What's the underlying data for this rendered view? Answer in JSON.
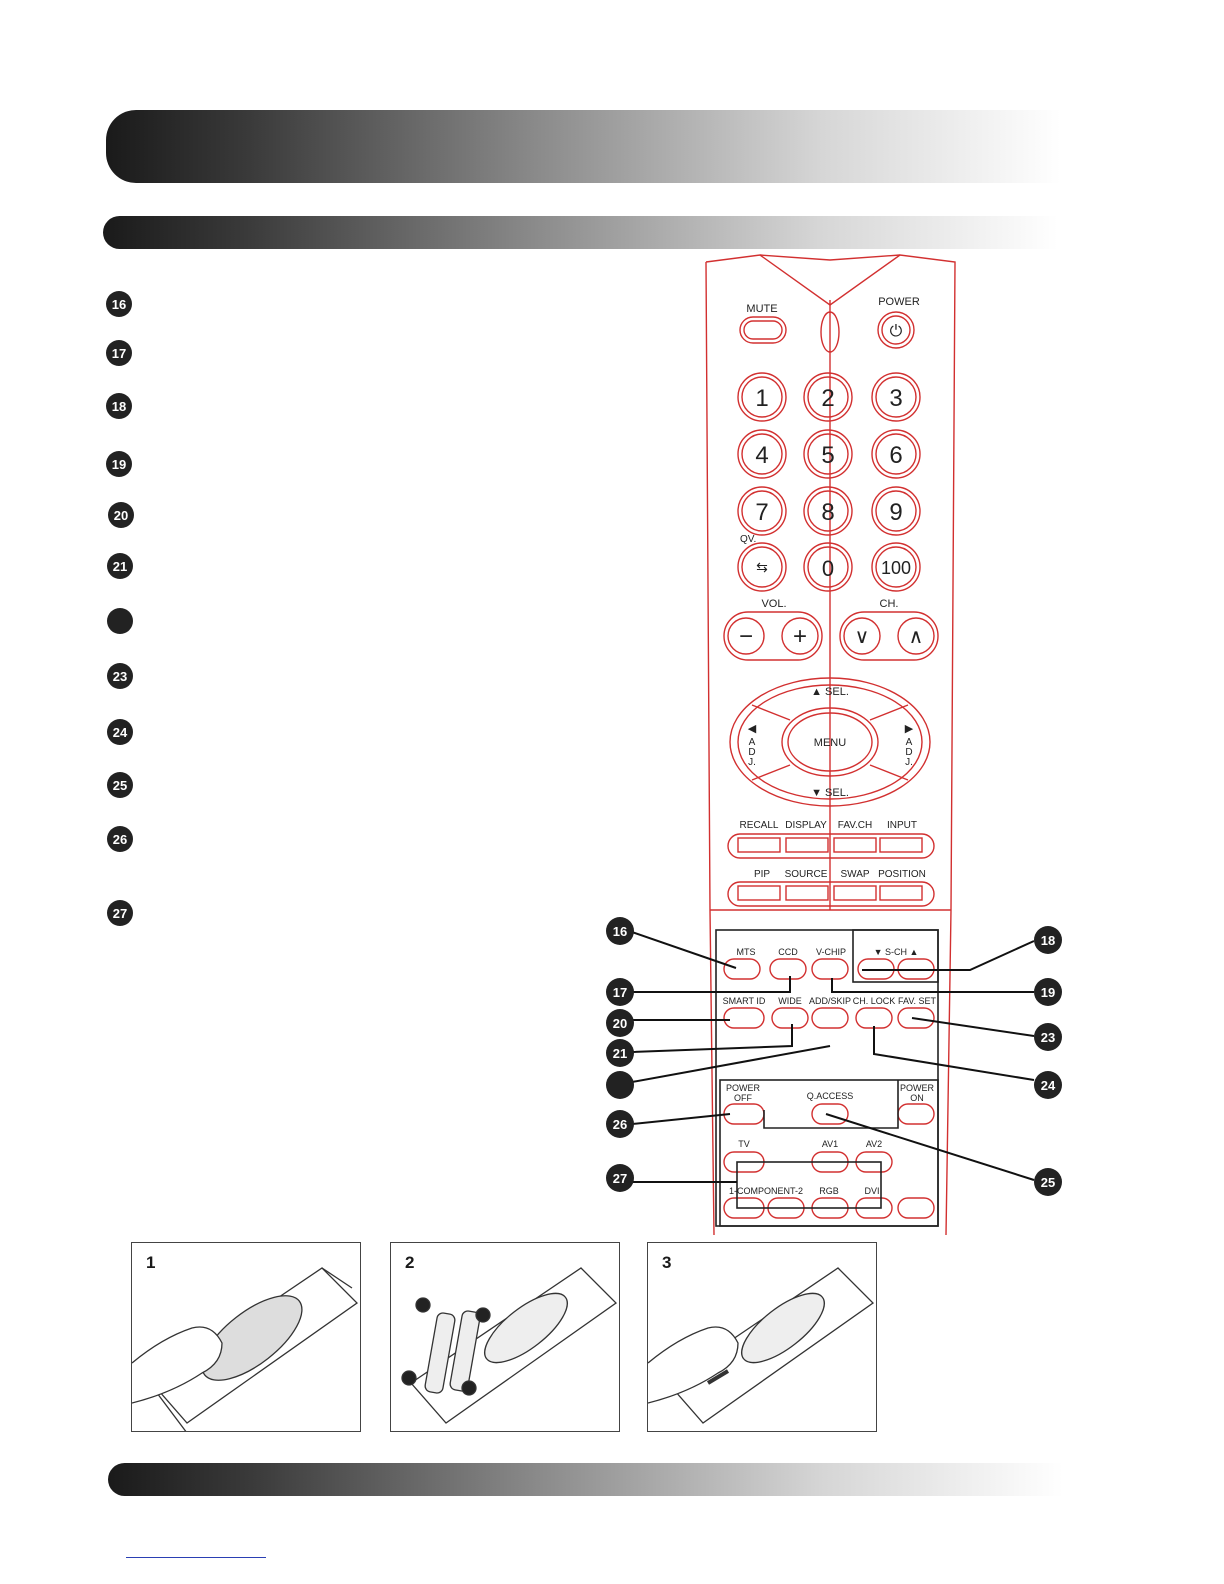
{
  "callouts_left": [
    "16",
    "17",
    "18",
    "19",
    "20",
    "21",
    "",
    "23",
    "24",
    "25",
    "26",
    "27"
  ],
  "remote": {
    "top": {
      "mute": "MUTE",
      "power": "POWER"
    },
    "digits": [
      "1",
      "2",
      "3",
      "4",
      "5",
      "6",
      "7",
      "8",
      "9",
      "0",
      "100"
    ],
    "qv": "QV.",
    "vol": "VOL.",
    "ch": "CH.",
    "nav": {
      "up": "▲ SEL.",
      "down": "▼ SEL.",
      "menu": "MENU",
      "left": "◀",
      "right": "▶"
    },
    "row1": [
      "RECALL",
      "DISPLAY",
      "FAV.CH",
      "INPUT"
    ],
    "row2": [
      "PIP",
      "SOURCE",
      "SWAP",
      "POSITION"
    ],
    "lower": {
      "mts": "MTS",
      "ccd": "CCD",
      "vchip": "V-CHIP",
      "sch": "▼  S-CH  ▲",
      "smartid": "SMART ID",
      "wide": "WIDE",
      "addskip": "ADD/SKIP",
      "chlock": "CH. LOCK",
      "favset": "FAV. SET",
      "poweroff_1": "POWER",
      "poweroff_2": "OFF",
      "qaccess": "Q.ACCESS",
      "poweron_1": "POWER",
      "poweron_2": "ON",
      "tv": "TV",
      "av1": "AV1",
      "av2": "AV2",
      "component": "1-COMPONENT-2",
      "rgb": "RGB",
      "dvi": "DVI"
    }
  },
  "callouts_right": {
    "c16": "16",
    "c17": "17",
    "c18": "18",
    "c19": "19",
    "c20": "20",
    "c21": "21",
    "c22": "",
    "c23": "23",
    "c24": "24",
    "c25": "25",
    "c26": "26",
    "c27": "27"
  },
  "steps": [
    "1",
    "2",
    "3"
  ]
}
